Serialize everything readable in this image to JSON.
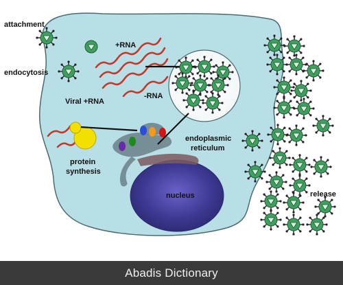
{
  "labels": {
    "attachment": "attachment",
    "endocytosis": "endocytosis",
    "plus_rna": "+RNA",
    "viral_plus_rna": "Viral +RNA",
    "minus_rna": "-RNA",
    "protein": "protein",
    "synthesis": "synthesis",
    "endoplasmic": "endoplasmic",
    "reticulum": "reticulum",
    "nucleus": "nucleus",
    "release": "release"
  },
  "footer": {
    "text": "Abadis Dictionary"
  },
  "colors": {
    "cell": "#b9dfe6",
    "cell_stroke": "#4a6a70",
    "rna": "#c0392b",
    "nucleus": "#3d3a94",
    "er": "#6f858c",
    "virus_green": "#3f9f5f",
    "ribosome": "#f0e600",
    "footer_bg": "#3a3a3a"
  }
}
